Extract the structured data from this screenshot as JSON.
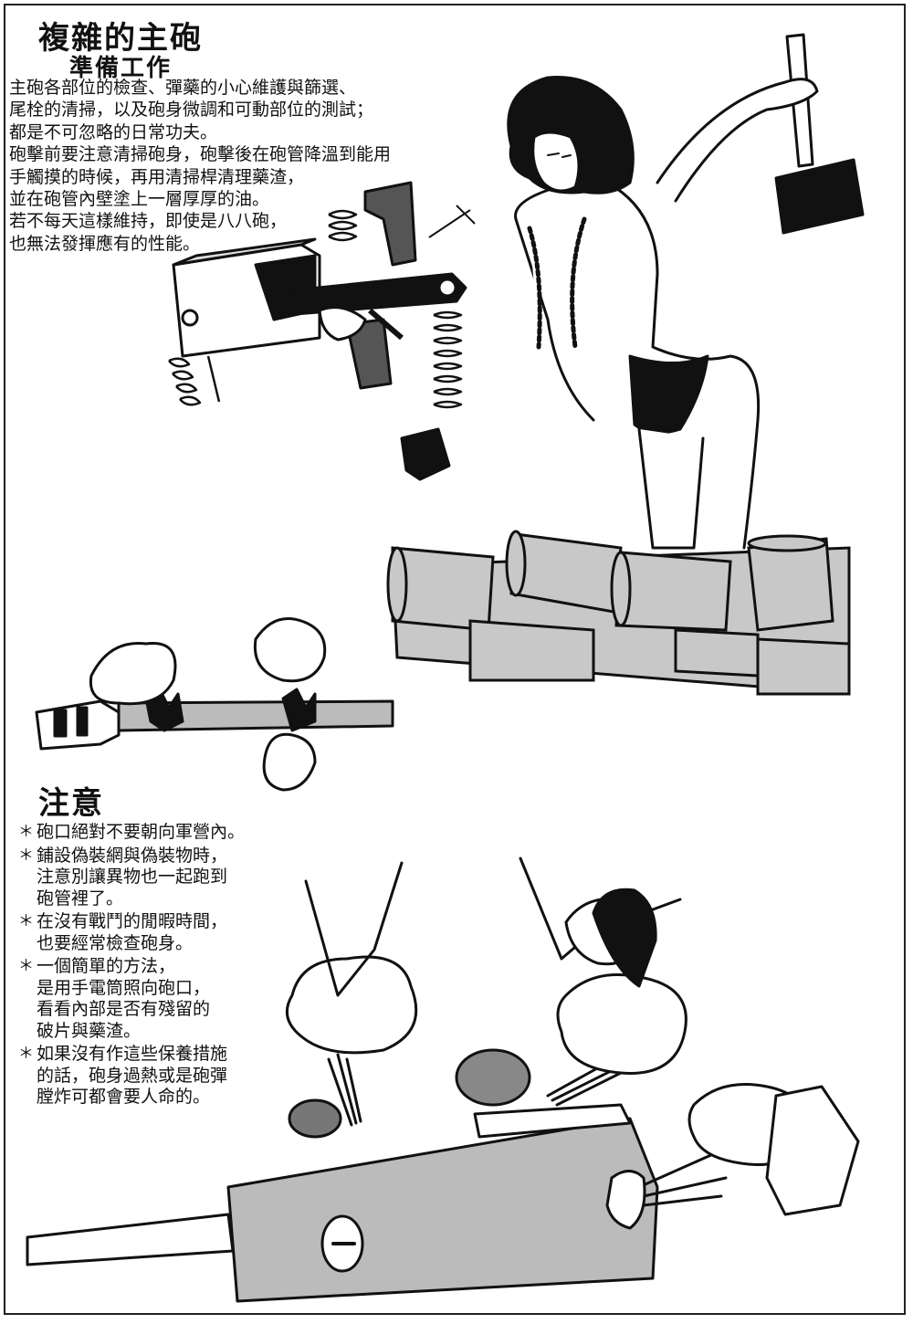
{
  "title": "複雜的主砲",
  "subtitle": "準備工作",
  "intro_lines": [
    "主砲各部位的檢查、彈藥的小心維護與篩選、",
    "尾栓的清掃，以及砲身微調和可動部位的測試；",
    "都是不可忽略的日常功夫。",
    "砲擊前要注意清掃砲身，砲擊後在砲管降溫到能用",
    "手觸摸的時候，再用清掃桿清理藥渣，",
    "並在砲管內壁塗上一層厚厚的油。",
    "若不每天這樣維持，即使是八八砲，",
    "也無法發揮應有的性能。"
  ],
  "notice_title": "注意",
  "bullet_symbol": "＊",
  "notes": [
    {
      "lines": [
        "砲口絕對不要朝向軍營內。"
      ]
    },
    {
      "lines": [
        "鋪設偽裝網與偽裝物時，",
        "注意別讓異物也一起跑到",
        "砲管裡了。"
      ]
    },
    {
      "lines": [
        "在沒有戰鬥的閒暇時間，",
        "也要經常檢查砲身。"
      ]
    },
    {
      "lines": [
        "一個簡單的方法，",
        "是用手電筒照向砲口，",
        "看看內部是否有殘留的",
        "破片與藥渣。"
      ]
    },
    {
      "lines": [
        "如果沒有作這些保養措施",
        "的話，砲身過熱或是砲彈",
        "膛炸可都會要人命的。"
      ]
    }
  ],
  "illustrations": [
    {
      "name": "breech-mechanism-icon"
    },
    {
      "name": "woman-with-hammer-icon"
    },
    {
      "name": "ammo-shells-pile-icon"
    },
    {
      "name": "cracked-gun-barrel-icon"
    },
    {
      "name": "exploding-tank-turret-icon"
    }
  ],
  "colors": {
    "ink": "#111111",
    "shade": "#c8c8c8",
    "paper": "#ffffff"
  }
}
